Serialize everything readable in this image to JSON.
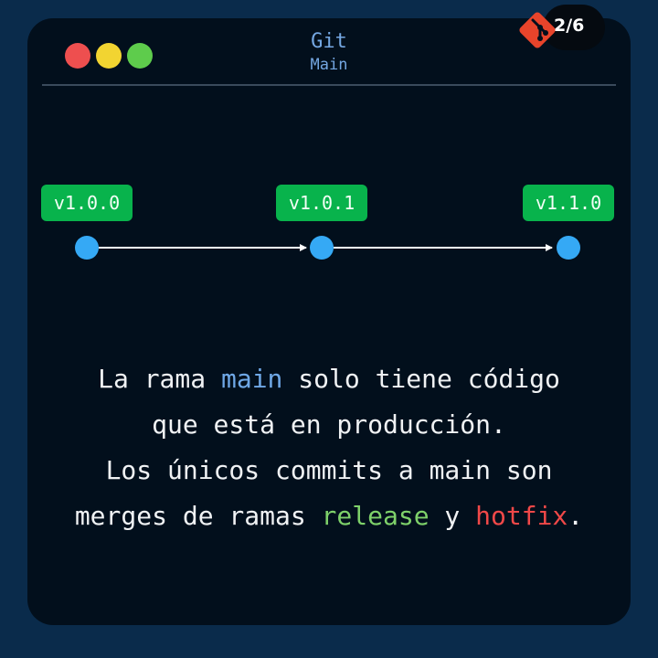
{
  "window": {
    "title": "Git",
    "subtitle": "Main",
    "page_indicator": "2/6",
    "logo_icon": "git-logo-icon"
  },
  "diagram": {
    "type": "git-branch",
    "branch": "main",
    "commits": [
      {
        "tag": "v1.0.0"
      },
      {
        "tag": "v1.0.1"
      },
      {
        "tag": "v1.1.0"
      }
    ],
    "colors": {
      "commit": "#35a9f5",
      "tag": "#08b34c",
      "arrow": "#ffffff"
    }
  },
  "description": {
    "line1_before": "La rama ",
    "line1_highlight": "main",
    "line1_after": " solo tiene código",
    "line2": "que está en producción.",
    "line3": "Los únicos commits a main son",
    "line4_before": "merges de ramas ",
    "line4_release": "release",
    "line4_middle": " y ",
    "line4_hotfix": "hotfix",
    "line4_after": "."
  },
  "colors": {
    "background": "#0a2b4b",
    "card": "#020f1c",
    "main_highlight": "#6fa8e6",
    "release_highlight": "#7ed16a",
    "hotfix_highlight": "#f04848",
    "git_brand": "#e8442b"
  }
}
